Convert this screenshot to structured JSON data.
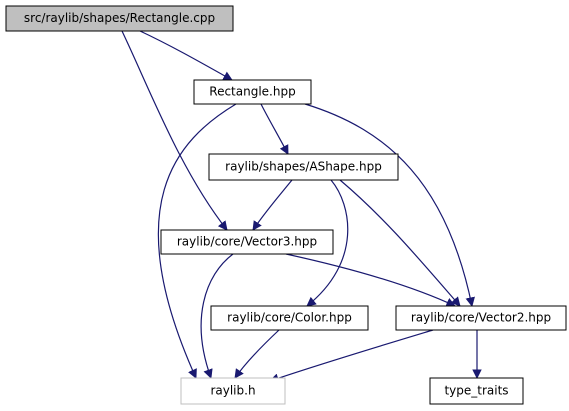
{
  "nodes": {
    "root": {
      "label": "src/raylib/shapes/Rectangle.cpp",
      "fill": "#bfbfbf",
      "stroke": "#000000"
    },
    "rect": {
      "label": "Rectangle.hpp",
      "fill": "#ffffff",
      "stroke": "#000000"
    },
    "ashape": {
      "label": "raylib/shapes/AShape.hpp",
      "fill": "#ffffff",
      "stroke": "#000000"
    },
    "vec3": {
      "label": "raylib/core/Vector3.hpp",
      "fill": "#ffffff",
      "stroke": "#000000"
    },
    "color": {
      "label": "raylib/core/Color.hpp",
      "fill": "#ffffff",
      "stroke": "#000000"
    },
    "vec2": {
      "label": "raylib/core/Vector2.hpp",
      "fill": "#ffffff",
      "stroke": "#000000"
    },
    "raylib": {
      "label": "raylib.h",
      "fill": "#ffffff",
      "stroke": "#bfbfbf"
    },
    "traits": {
      "label": "type_traits",
      "fill": "#ffffff",
      "stroke": "#000000"
    }
  },
  "edges": [
    {
      "from": "root",
      "to": "rect"
    },
    {
      "from": "root",
      "to": "vec3"
    },
    {
      "from": "rect",
      "to": "ashape"
    },
    {
      "from": "rect",
      "to": "vec2"
    },
    {
      "from": "rect",
      "to": "raylib"
    },
    {
      "from": "ashape",
      "to": "vec3"
    },
    {
      "from": "ashape",
      "to": "color"
    },
    {
      "from": "ashape",
      "to": "vec2"
    },
    {
      "from": "vec3",
      "to": "vec2"
    },
    {
      "from": "vec3",
      "to": "raylib"
    },
    {
      "from": "color",
      "to": "raylib"
    },
    {
      "from": "vec2",
      "to": "raylib"
    },
    {
      "from": "vec2",
      "to": "traits"
    }
  ],
  "colors": {
    "edge": "#191970"
  }
}
